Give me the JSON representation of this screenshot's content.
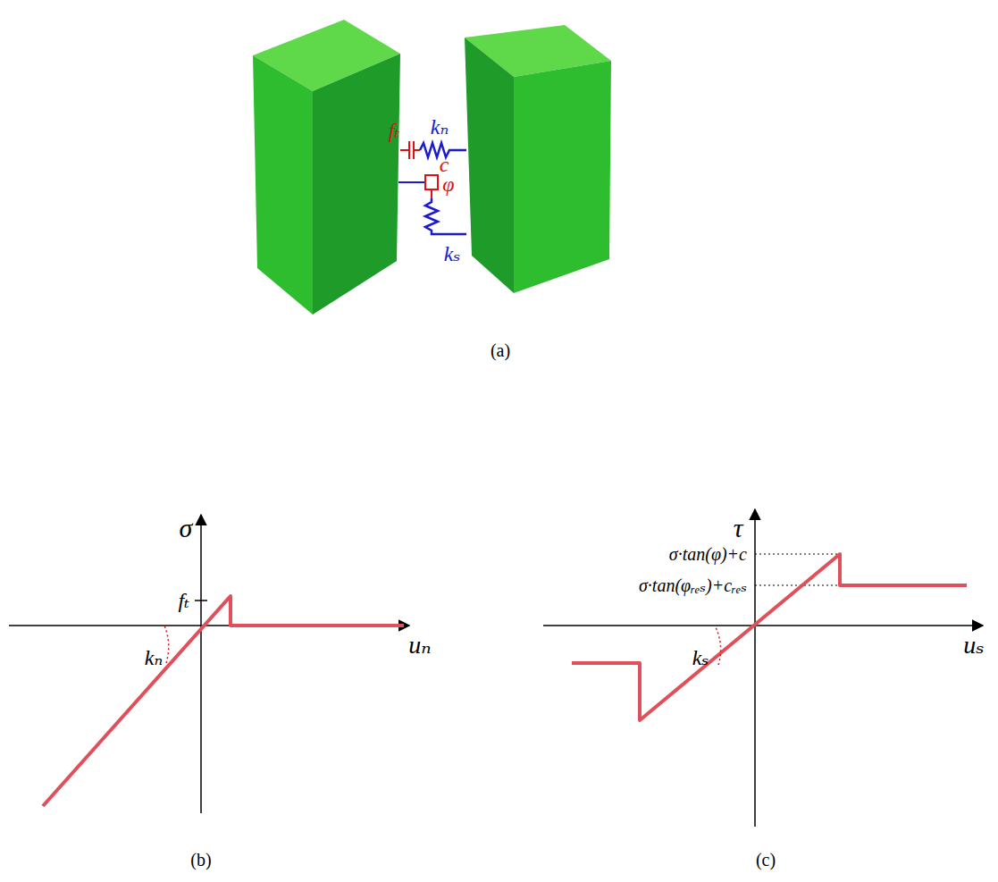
{
  "diagram": {
    "labels": [
      "fₜ",
      "kₙ",
      "c",
      "φ",
      "kₛ",
      "(a)",
      "σ",
      "fₜ",
      "kₙ",
      "uₙ",
      "(b)",
      "τ",
      "σ·tan(φ)+c",
      "σ·tan(φᵣₑₛ)+cᵣₑₛ",
      "kₛ",
      "uₛ",
      "(c)"
    ]
  }
}
